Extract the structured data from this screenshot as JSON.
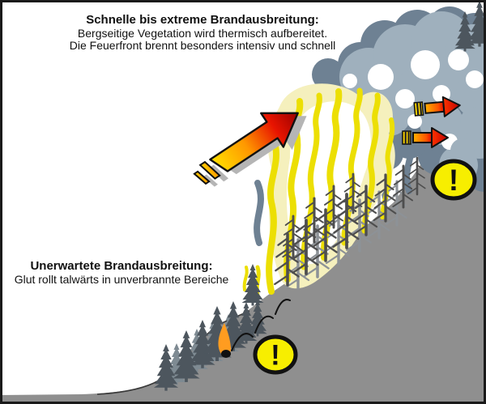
{
  "texts": {
    "top_heading": "Schnelle bis extreme Brandausbreitung:",
    "top_line2": "Bergseitige Vegetation wird thermisch aufbereitet.",
    "top_line3": "Die Feuerfront brennt besonders intensiv und schnell",
    "bottom_heading": "Unerwartete Brandausbreitung:",
    "bottom_line2": "Glut rollt talwärts in unverbrannte Bereiche",
    "warning_symbol": "!"
  },
  "icons": {
    "warning_icon": "yellow ellipse with black exclamation mark",
    "spread_arrow_icon": "large diagonal upslope arrow, yellow-to-red gradient with motion dashes",
    "upslope_wind_arrow_icon": "small orange-red arrow with striped tail",
    "ember_icon": "black ember dot with orange flame tail and bounce arcs"
  },
  "colors": {
    "background": "#ffffff",
    "frame": "#1a1a1a",
    "slope": "#8f8f8f",
    "slope_edge": "#3a3a3a",
    "smoke_dark": "#6e8193",
    "smoke_light": "#9fb0bd",
    "white": "#ffffff",
    "tree_dark": "#4d565e",
    "tree_light": "#7e8a92",
    "snag_dark": "#4e4e4e",
    "snag_light": "#8d9297",
    "flame_yellow": "#ecdf04",
    "flame_pale": "#f5f0bd",
    "warning_yellow": "#f7ee00",
    "outline_black": "#111111",
    "arrow_gradient": [
      "#ffe000",
      "#ff9800",
      "#e81400",
      "#990000"
    ],
    "small_arrow_gradient": [
      "#ffb300",
      "#ff5500",
      "#cc0000"
    ],
    "shadow_gray": "#b5b5b5",
    "ember_orange": "#ff9c20",
    "text": "#111111"
  }
}
